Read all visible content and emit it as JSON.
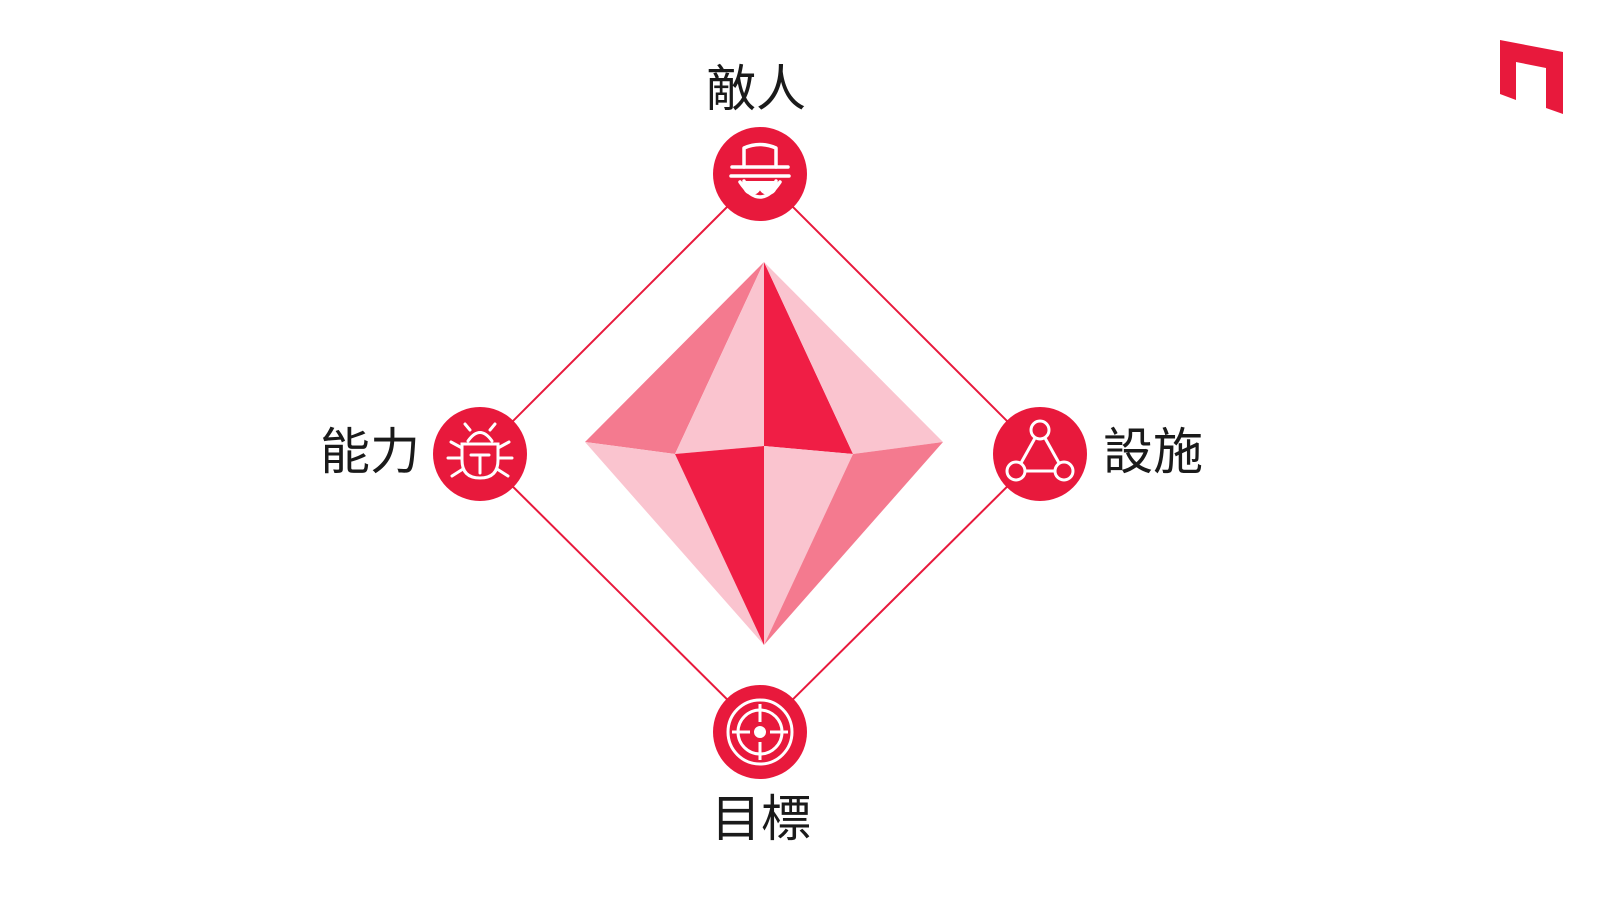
{
  "colors": {
    "accent": "#E8193C",
    "facet_dark": "#F01E45",
    "facet_mid": "#F47A8F",
    "facet_light": "#FAC4CF",
    "line": "#E8193C",
    "icon_fg": "#FFFFFF",
    "text": "#1A1A1A"
  },
  "diagram": {
    "nodes": [
      {
        "id": "top",
        "label": "敵人",
        "icon": "spy-icon"
      },
      {
        "id": "right",
        "label": "設施",
        "icon": "network-triangle-icon"
      },
      {
        "id": "bottom",
        "label": "目標",
        "icon": "target-crosshair-icon"
      },
      {
        "id": "left",
        "label": "能力",
        "icon": "bug-icon"
      }
    ],
    "center_graphic": "diamond-gem-icon"
  },
  "logo": {
    "icon": "brand-logo-icon"
  }
}
